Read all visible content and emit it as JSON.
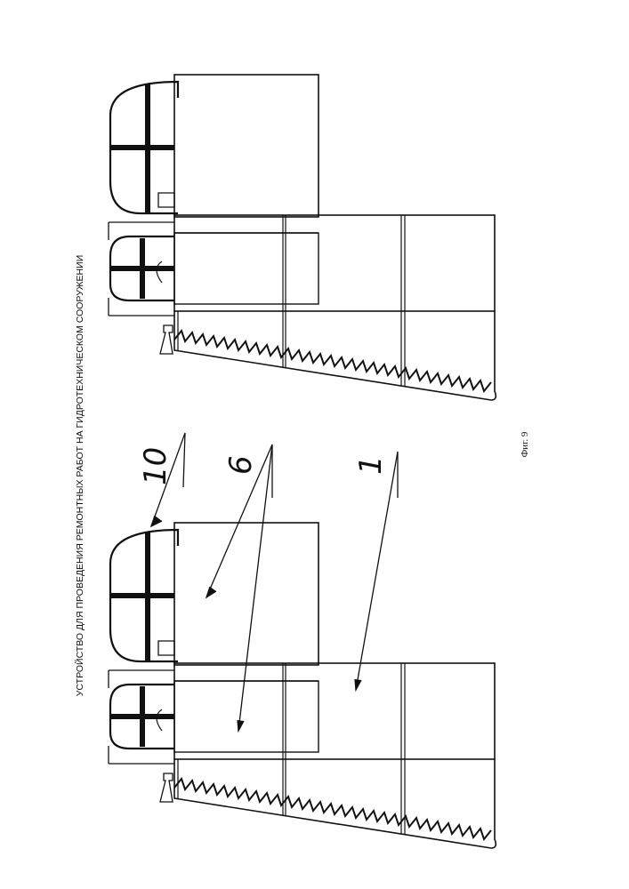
{
  "header": {
    "title": "УСТРОЙСТВО ДЛЯ ПРОВЕДЕНИЯ РЕМОНТНЫХ РАБОТ НА ГИДРОТЕХНИЧЕСКОМ СООРУЖЕНИИ"
  },
  "figure": {
    "label": "Фиг. 9"
  },
  "callouts": {
    "c10": "10",
    "c6": "6",
    "c1": "1"
  }
}
